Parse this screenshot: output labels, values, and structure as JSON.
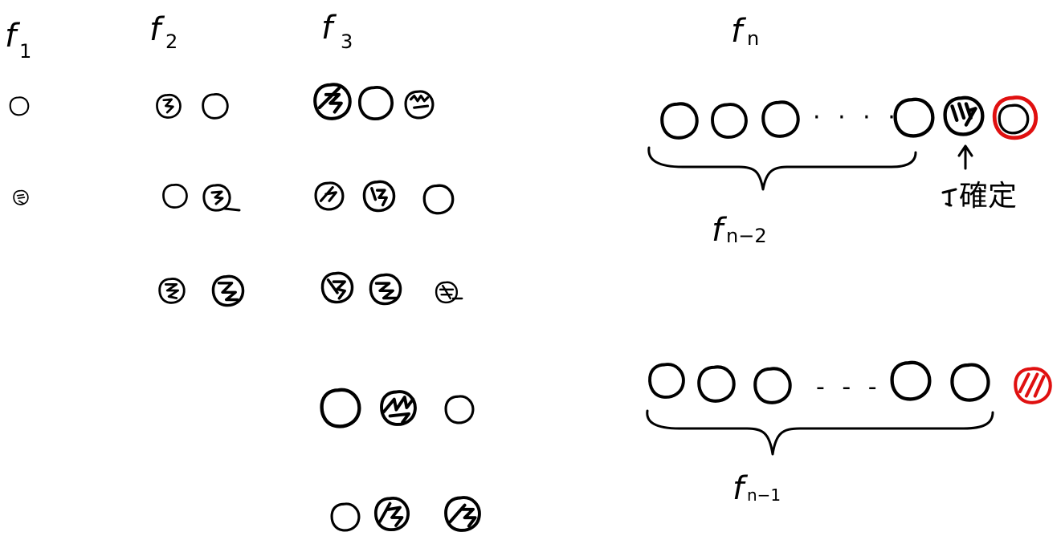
{
  "colors": {
    "ink": "#000000",
    "fixed_tile": "#e01010",
    "background": "#ffffff"
  },
  "labels": {
    "f_symbol": "f",
    "f1_sub": "1",
    "f2_sub": "2",
    "f3_sub": "3",
    "fn_sub": "n",
    "brace_top_sub": "n−2",
    "brace_bottom_sub": "n−1",
    "fixed_text": "確定",
    "ellipsis": "· · · ·",
    "ellipsis_bottom": "- - -"
  },
  "columns": [
    {
      "name": "f1",
      "rows": [
        [
          "empty"
        ],
        [
          "filled"
        ]
      ]
    },
    {
      "name": "f2",
      "rows": [
        [
          "filled",
          "empty"
        ],
        [
          "empty",
          "filled"
        ],
        [
          "filled",
          "filled"
        ]
      ]
    },
    {
      "name": "f3",
      "rows": [
        [
          "filled",
          "empty",
          "filled"
        ],
        [
          "filled",
          "filled",
          "empty"
        ],
        [
          "filled",
          "filled",
          "filled"
        ],
        [
          "empty",
          "filled",
          "empty"
        ],
        [
          "empty",
          "filled",
          "filled"
        ]
      ]
    }
  ],
  "fn_diagram": {
    "top_row": {
      "last_tiles": [
        "filled",
        "empty-red"
      ],
      "brace_label": "f_{n-2}",
      "arrow_target": "filled"
    },
    "bottom_row": {
      "last_tiles": [
        "filled-red"
      ],
      "brace_label": "f_{n-1}"
    }
  }
}
